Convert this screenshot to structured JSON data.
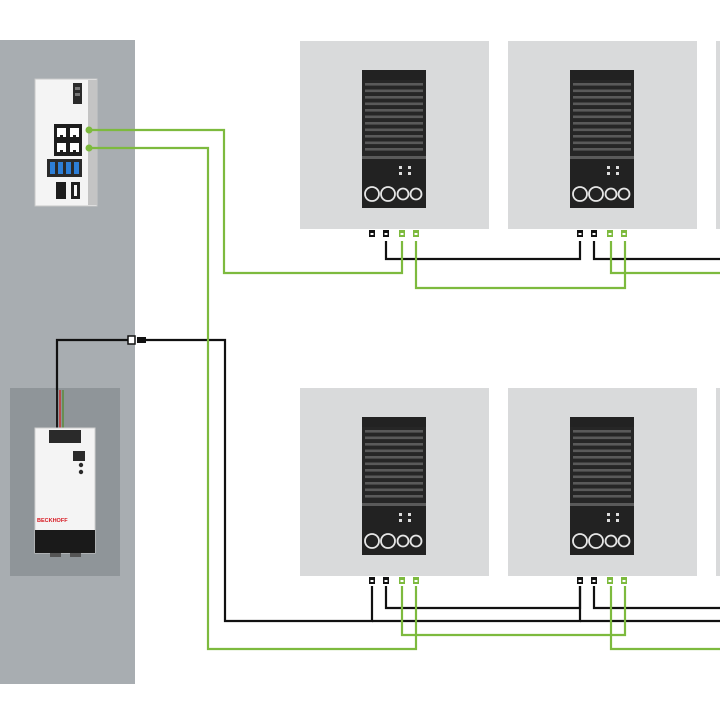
{
  "diagram": {
    "colors": {
      "background": "#ffffff",
      "cabinet": "#a8adb1",
      "cabinet_inner": "#8f9599",
      "module_box": "#d9dadb",
      "device_body": "#222222",
      "device_dark": "#1a1a1a",
      "ethercat_cable": "#7dba3e",
      "power_cable": "#111111",
      "brand_red": "#d7161f",
      "ipc_body": "#f4f4f4"
    },
    "ipc": {
      "name": "industrial-pc",
      "port_icons": [
        "ethernet-port-icon",
        "usb-port-icon"
      ]
    },
    "power_supply": {
      "name": "power-supply",
      "brand_label": "BECKHOFF"
    },
    "drive_modules": [
      {
        "row": "top",
        "position": 1,
        "cable_colors": [
          "black",
          "black",
          "green",
          "green"
        ]
      },
      {
        "row": "top",
        "position": 2,
        "cable_colors": [
          "black",
          "black",
          "green",
          "green"
        ]
      },
      {
        "row": "bottom",
        "position": 1,
        "cable_colors": [
          "black",
          "black",
          "green",
          "green"
        ]
      },
      {
        "row": "bottom",
        "position": 2,
        "cable_colors": [
          "black",
          "black",
          "green",
          "green"
        ]
      }
    ]
  }
}
